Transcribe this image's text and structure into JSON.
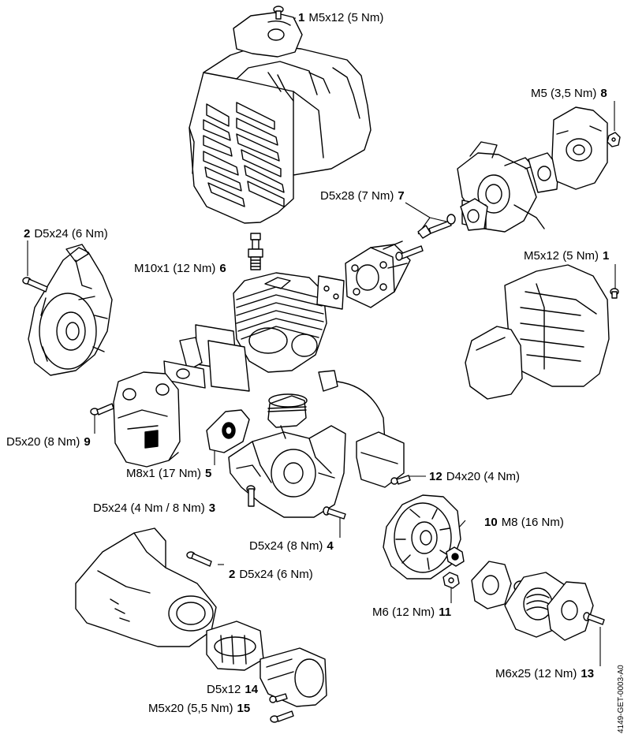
{
  "document_id": "4149-GET-0003-A0",
  "callouts": [
    {
      "id": "c1a",
      "number": "1",
      "spec": "M5x12 (5 Nm)",
      "order": "num-first"
    },
    {
      "id": "c8",
      "number": "8",
      "spec": "M5 (3,5 Nm)",
      "order": "spec-first"
    },
    {
      "id": "c2a",
      "number": "2",
      "spec": "D5x24 (6 Nm)",
      "order": "num-first"
    },
    {
      "id": "c7",
      "number": "7",
      "spec": "D5x28 (7 Nm)",
      "order": "spec-first"
    },
    {
      "id": "c6",
      "number": "6",
      "spec": "M10x1 (12 Nm)",
      "order": "spec-first"
    },
    {
      "id": "c1b",
      "number": "1",
      "spec": "M5x12 (5 Nm)",
      "order": "spec-first"
    },
    {
      "id": "c9",
      "number": "9",
      "spec": "D5x20 (8 Nm)",
      "order": "spec-first"
    },
    {
      "id": "c5",
      "number": "5",
      "spec": "M8x1 (17 Nm)",
      "order": "spec-first"
    },
    {
      "id": "c12",
      "number": "12",
      "spec": "D4x20 (4 Nm)",
      "order": "num-first"
    },
    {
      "id": "c3",
      "number": "3",
      "spec": "D5x24 (4 Nm / 8 Nm)",
      "order": "spec-first"
    },
    {
      "id": "c10",
      "number": "10",
      "spec": "M8 (16 Nm)",
      "order": "num-first"
    },
    {
      "id": "c4",
      "number": "4",
      "spec": "D5x24 (8 Nm)",
      "order": "spec-first"
    },
    {
      "id": "c2b",
      "number": "2",
      "spec": "D5x24 (6 Nm)",
      "order": "num-first"
    },
    {
      "id": "c11",
      "number": "11",
      "spec": "M6 (12 Nm)",
      "order": "spec-first"
    },
    {
      "id": "c13",
      "number": "13",
      "spec": "M6x25 (12 Nm)",
      "order": "spec-first"
    },
    {
      "id": "c14",
      "number": "14",
      "spec": "D5x12",
      "order": "spec-first"
    },
    {
      "id": "c15",
      "number": "15",
      "spec": "M5x20 (5,5 Nm)",
      "order": "spec-first"
    }
  ]
}
